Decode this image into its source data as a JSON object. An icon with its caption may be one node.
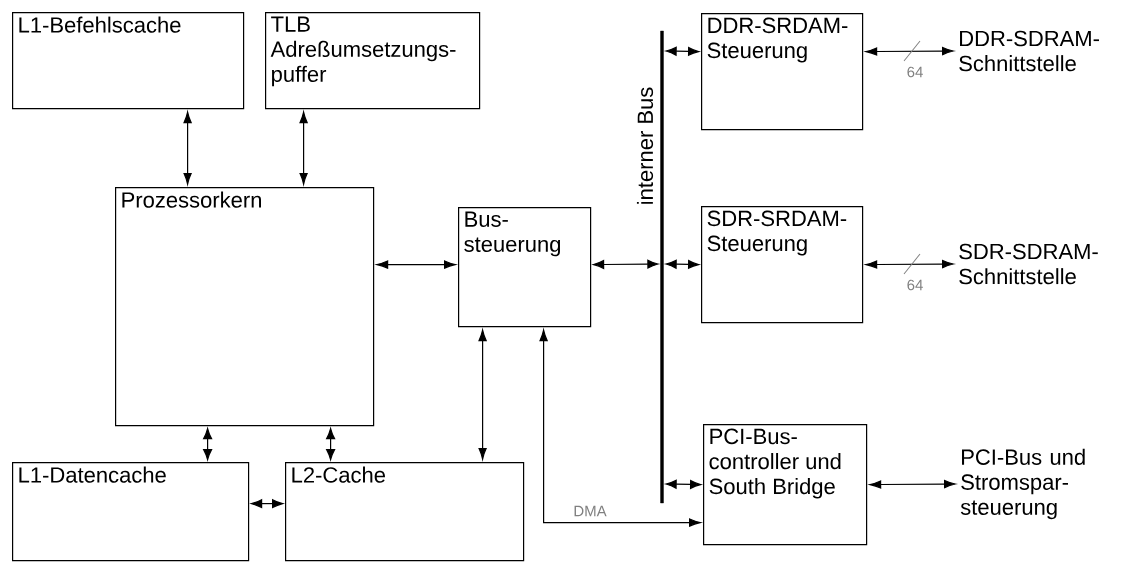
{
  "diagram": {
    "nodes": [
      {
        "text": [
          "L1-Befehlscache"
        ]
      },
      {
        "text": [
          "TLB Adreßumsetzungs- puffer"
        ]
      },
      {
        "text": [
          "Prozessorkern"
        ]
      },
      {
        "text": [
          "Bus- steuerung"
        ]
      },
      {
        "text": [
          "DDR-SRDAM- Steuerung"
        ]
      },
      {
        "text": [
          "SDR-SRDAM- Steuerung"
        ]
      },
      {
        "text": [
          "PCI-Bus- controller und South Bridge"
        ]
      },
      {
        "text": [
          "L1-Datencache"
        ]
      },
      {
        "text": [
          "L2-Cache"
        ]
      },
      {
        "text": [],
        "shape": "bar",
        "beside": [
          "interner Bus"
        ]
      },
      {
        "text": [
          "DDR-SDRAM- Schnittstelle"
        ]
      },
      {
        "text": [
          "SDR-SDRAM- Schnittstelle"
        ]
      },
      {
        "text": [
          "PCI-Bus und Stromspar- steuerung"
        ]
      }
    ],
    "edges": [
      {
        "from": 0,
        "to": 2,
        "arrow": "both"
      },
      {
        "from": 1,
        "to": 2,
        "arrow": "both"
      },
      {
        "from": 2,
        "to": 3,
        "arrow": "both"
      },
      {
        "from": 2,
        "to": 7,
        "arrow": "both"
      },
      {
        "from": 2,
        "to": 8,
        "arrow": "both"
      },
      {
        "from": 7,
        "to": 8,
        "arrow": "both"
      },
      {
        "from": 3,
        "to": 8,
        "arrow": "both"
      },
      {
        "from": 3,
        "to": 9,
        "arrow": "both"
      },
      {
        "from": 9,
        "to": 4,
        "arrow": "both"
      },
      {
        "from": 9,
        "to": 5,
        "arrow": "both"
      },
      {
        "from": 9,
        "to": 6,
        "arrow": "both"
      },
      {
        "from": 4,
        "to": 10,
        "arrow": "both",
        "label": "64"
      },
      {
        "from": 5,
        "to": 11,
        "arrow": "both",
        "label": "64"
      },
      {
        "from": 6,
        "to": 12,
        "arrow": "both"
      },
      {
        "from": 3,
        "to": 6,
        "arrow": "both",
        "label": "DMA"
      }
    ]
  }
}
